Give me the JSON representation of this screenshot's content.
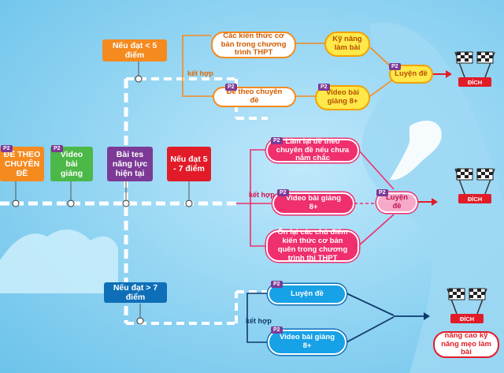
{
  "colors": {
    "orange": "#f58a1f",
    "green": "#4cb848",
    "purple": "#7c3a96",
    "red": "#e11c28",
    "blue": "#0e6fb8",
    "pink": "#ef2f6e",
    "yellow": "#ffe84a"
  },
  "main_path": {
    "step1": "ĐỀ THEO CHUYÊN ĐỀ",
    "step2": "Video bài giảng",
    "step3": "Bài tes năng lực hiện tại",
    "step4": "Nếu đạt 5 - 7 điểm"
  },
  "tag_label": "P2",
  "branch_low": {
    "condition": "Nếu đạt < 5 điểm",
    "combine": "kết hợp",
    "basic": "Các kiến thức cơ bản trong chương trình THPT",
    "skill": "Kỹ năng làm bài",
    "topic": "Đề theo chuyên đề",
    "video": "Video bài giảng 8+",
    "practice": "Luyện đề"
  },
  "branch_mid": {
    "combine": "kết hợp",
    "redo": "Làm lại đề theo chuyên đề nếu chưa nắm chắc",
    "video": "Video bài giảng 8+",
    "practice": "Luyện đề",
    "review": "Ôn lại các chủ điểm kiến thức cơ bản quên trong chương trình thi THPT"
  },
  "branch_high": {
    "condition": "Nếu đạt > 7 điểm",
    "combine": "kết hợp",
    "practice": "Luyện đề",
    "video": "Video bài giảng 8+",
    "goal": "nâng cao kỹ năng mẹo làm bài"
  },
  "finish_label": "ĐÍCH"
}
